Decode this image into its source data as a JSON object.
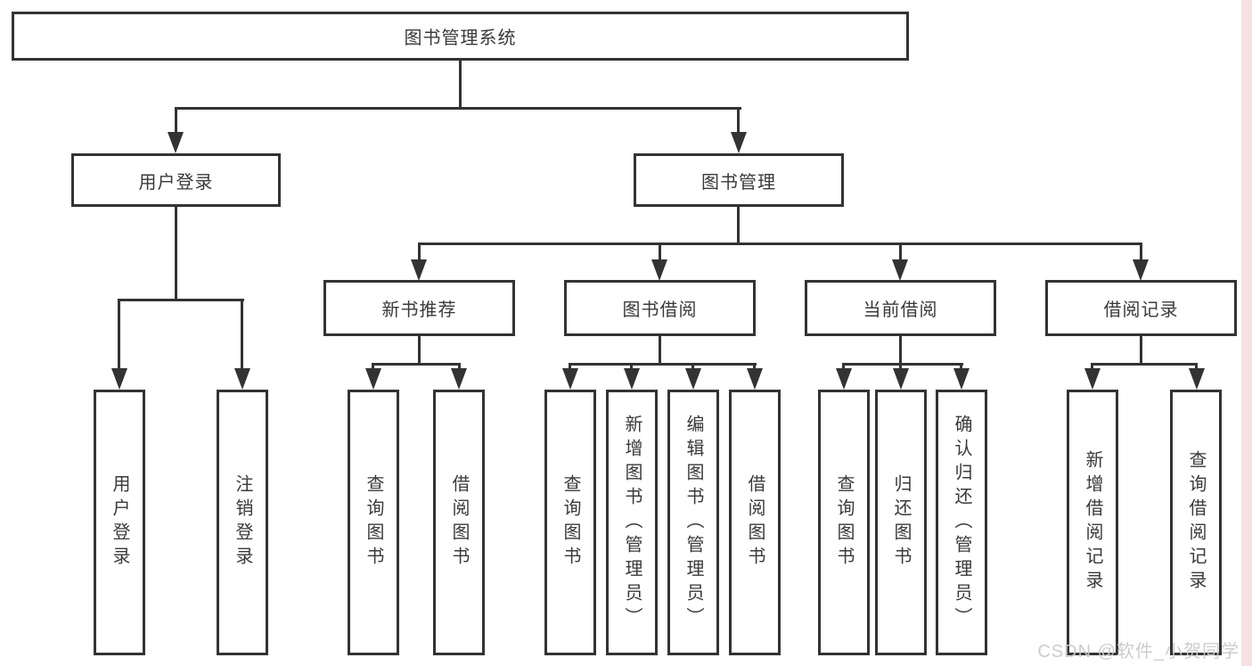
{
  "tree": {
    "root": "图书管理系统",
    "branches": [
      {
        "label": "用户登录",
        "children": [
          "用户登录",
          "注销登录"
        ]
      },
      {
        "label": "图书管理",
        "children": [
          {
            "label": "新书推荐",
            "children": [
              "查询图书",
              "借阅图书"
            ]
          },
          {
            "label": "图书借阅",
            "children": [
              "查询图书",
              "新增图书（管理员）",
              "编辑图书（管理员）",
              "借阅图书"
            ]
          },
          {
            "label": "当前借阅",
            "children": [
              "查询图书",
              "归还图书",
              "确认归还（管理员）"
            ]
          },
          {
            "label": "借阅记录",
            "children": [
              "新增借阅记录",
              "查询借阅记录"
            ]
          }
        ]
      }
    ]
  },
  "watermark": "CSDN @软件_小贺同学",
  "colors": {
    "line": "#333333",
    "background": "#ffffff",
    "right_strip": "#f5e1e1",
    "watermark_text": "#c9c9c9"
  }
}
